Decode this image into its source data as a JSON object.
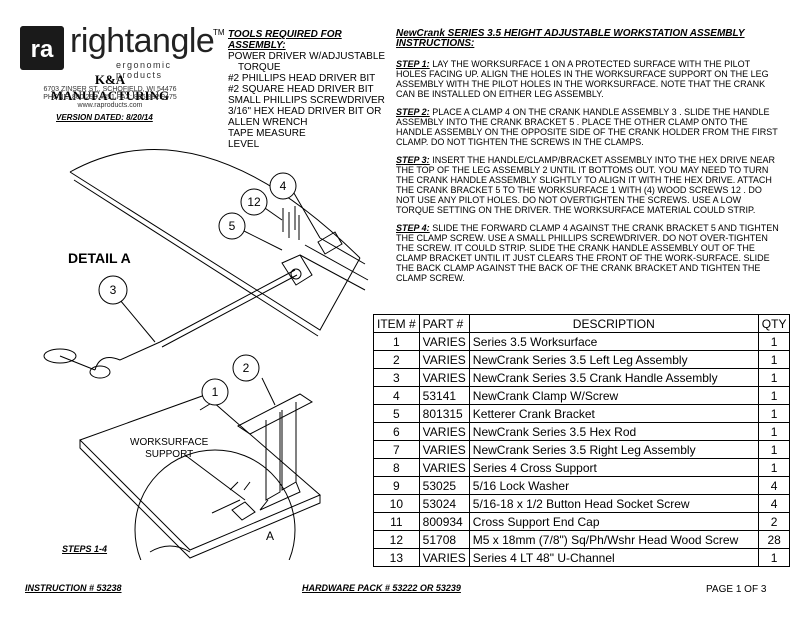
{
  "brand": {
    "logo_mark": "ra",
    "name": "rightangle",
    "tm": "TM",
    "tagline": "ergonomic products"
  },
  "company": {
    "name": "K&A MANUFACTURING",
    "address": "6703 ZINSER ST., SCHOFIELD, WI 54476",
    "phone": "PHONE: 800.298.4351 FAX: 866.882.9475",
    "web": "www.raproducts.com",
    "version": "VERSION DATED:  8/20/14"
  },
  "tools": {
    "title": "TOOLS REQUIRED FOR ASSEMBLY:",
    "items": [
      "POWER DRIVER W/ADJUSTABLE",
      "  TORQUE",
      "#2 PHILLIPS HEAD DRIVER BIT",
      "#2 SQUARE HEAD DRIVER BIT",
      "SMALL PHILLIPS SCREWDRIVER",
      "3/16\" HEX HEAD DRIVER BIT OR",
      "ALLEN WRENCH",
      "TAPE MEASURE",
      "LEVEL"
    ]
  },
  "instructions": {
    "title": "NewCrank SERIES 3.5 HEIGHT ADJUSTABLE WORKSTATION ASSEMBLY INSTRUCTIONS:",
    "steps": [
      {
        "label": "STEP 1:",
        "text": " LAY THE WORKSURFACE  1  ON A PROTECTED SURFACE WITH THE PILOT HOLES FACING UP.  ALIGN THE HOLES IN THE WORKSURFACE SUPPORT ON THE LEG ASSEMBLY WITH THE PILOT HOLES IN THE WORKSURFACE.  NOTE THAT THE CRANK CAN BE INSTALLED ON EITHER LEG ASSEMBLY."
      },
      {
        "label": "STEP 2:",
        "text": " PLACE A CLAMP  4  ON THE CRANK HANDLE ASSEMBLY  3 .  SLIDE THE HANDLE ASSEMBLY INTO THE CRANK BRACKET  5 .  PLACE THE OTHER CLAMP ONTO THE HANDLE ASSEMBLY ON THE OPPOSITE SIDE OF THE CRANK HOLDER FROM THE FIRST CLAMP. DO NOT TIGHTEN THE SCREWS IN THE CLAMPS."
      },
      {
        "label": "STEP 3:",
        "text": " INSERT THE HANDLE/CLAMP/BRACKET ASSEMBLY INTO THE HEX DRIVE NEAR THE TOP OF THE LEG ASSEMBLY  2  UNTIL IT BOTTOMS OUT.  YOU MAY NEED TO TURN THE CRANK HANDLE ASSEMBLY SLIGHTLY TO ALIGN IT WITH THE HEX DRIVE.  ATTACH THE CRANK BRACKET  5  TO THE WORKSURFACE  1  WITH (4) WOOD SCREWS  12 .  DO NOT USE ANY PILOT HOLES.  DO NOT OVERTIGHTEN THE SCREWS.  USE A LOW TORQUE SETTING ON THE DRIVER. THE WORKSURFACE MATERIAL COULD STRIP."
      },
      {
        "label": "STEP 4:",
        "text": " SLIDE THE FORWARD CLAMP 4  AGAINST THE CRANK BRACKET  5  AND TIGHTEN THE CLAMP SCREW.  USE A SMALL PHILLIPS SCREWDRIVER.  DO NOT OVER-TIGHTEN THE SCREW.  IT COULD STRIP.  SLIDE THE CRANK HANDLE ASSEMBLY OUT OF THE CLAMP BRACKET UNTIL IT JUST CLEARS THE FRONT OF THE WORK-SURFACE.  SLIDE THE BACK CLAMP AGAINST THE BACK OF THE CRANK BRACKET AND TIGHTEN THE CLAMP SCREW."
      }
    ]
  },
  "parts_table": {
    "headers": [
      "ITEM #",
      "PART #",
      "DESCRIPTION",
      "QTY"
    ],
    "rows": [
      [
        "1",
        "VARIES",
        "Series 3.5 Worksurface",
        "1"
      ],
      [
        "2",
        "VARIES",
        "NewCrank Series 3.5 Left Leg Assembly",
        "1"
      ],
      [
        "3",
        "VARIES",
        "NewCrank Series 3.5 Crank Handle Assembly",
        "1"
      ],
      [
        "4",
        "53141",
        "NewCrank Clamp W/Screw",
        "1"
      ],
      [
        "5",
        "801315",
        "Ketterer Crank Bracket",
        "1"
      ],
      [
        "6",
        "VARIES",
        "NewCrank Series 3.5 Hex Rod",
        "1"
      ],
      [
        "7",
        "VARIES",
        "NewCrank Series 3.5 Right Leg Assembly",
        "1"
      ],
      [
        "8",
        "VARIES",
        "Series 4 Cross Support",
        "1"
      ],
      [
        "9",
        "53025",
        "5/16 Lock Washer",
        "4"
      ],
      [
        "10",
        "53024",
        "5/16-18 x 1/2 Button Head Socket Screw",
        "4"
      ],
      [
        "11",
        "800934",
        "Cross Support End Cap",
        "2"
      ],
      [
        "12",
        "51708",
        "M5 x 18mm (7/8\") Sq/Ph/Wshr Head Wood Screw",
        "28"
      ],
      [
        "13",
        "VARIES",
        "Series 4 LT 48\" U-Channel",
        "1"
      ]
    ]
  },
  "diagram": {
    "detail_label": "DETAIL A",
    "worksurface_label_1": "WORKSURFACE",
    "worksurface_label_2": "SUPPORT",
    "callouts": {
      "c1": "1",
      "c2": "2",
      "c3": "3",
      "c4": "4",
      "c5": "5",
      "c12": "12",
      "cA": "A"
    }
  },
  "footer": {
    "steps": "STEPS 1-4",
    "instruction_num": "INSTRUCTION #  53238",
    "hardware": "HARDWARE PACK #  53222 OR 53239",
    "page": "PAGE 1 OF 3"
  }
}
